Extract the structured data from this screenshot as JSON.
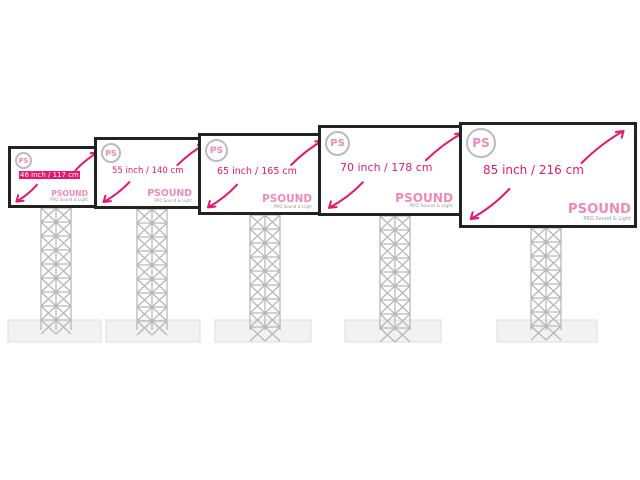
{
  "brand": {
    "name": "PSOUND",
    "tagline": "PRO Sound & Light",
    "logo_text": "PS"
  },
  "accent_color": "#e6186e",
  "displays": [
    {
      "label": "46 inch / 117 cm",
      "highlighted": true
    },
    {
      "label": "55 inch / 140 cm",
      "highlighted": false
    },
    {
      "label": "65 inch / 165 cm",
      "highlighted": false
    },
    {
      "label": "70 inch / 178 cm",
      "highlighted": false
    },
    {
      "label": "85 inch / 216 cm",
      "highlighted": false
    }
  ]
}
